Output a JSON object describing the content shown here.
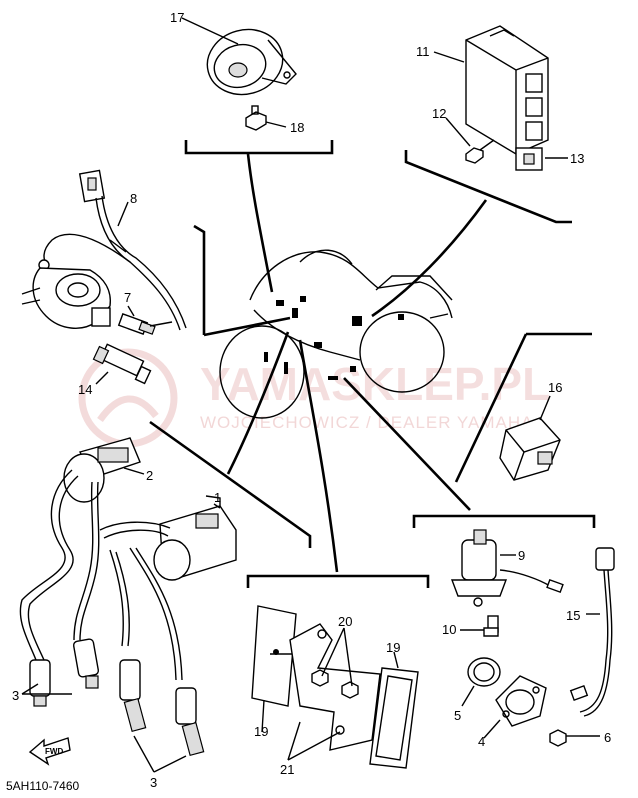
{
  "diagram": {
    "code": "5AH110-7460",
    "fwd_label": "FWD",
    "watermark": {
      "brand": "YAMASKLEP.PL",
      "subtitle": "WOJCIECHOWICZ / DEALER YAMAHA"
    },
    "callouts": [
      {
        "id": "17",
        "label": "17"
      },
      {
        "id": "18",
        "label": "18"
      },
      {
        "id": "11",
        "label": "11"
      },
      {
        "id": "12",
        "label": "12"
      },
      {
        "id": "13",
        "label": "13"
      },
      {
        "id": "8",
        "label": "8"
      },
      {
        "id": "7",
        "label": "7"
      },
      {
        "id": "14",
        "label": "14"
      },
      {
        "id": "16",
        "label": "16"
      },
      {
        "id": "2",
        "label": "2"
      },
      {
        "id": "1",
        "label": "1"
      },
      {
        "id": "3a",
        "label": "3"
      },
      {
        "id": "3b",
        "label": "3"
      },
      {
        "id": "20",
        "label": "20"
      },
      {
        "id": "19a",
        "label": "19"
      },
      {
        "id": "19b",
        "label": "19"
      },
      {
        "id": "21",
        "label": "21"
      },
      {
        "id": "9",
        "label": "9"
      },
      {
        "id": "10",
        "label": "10"
      },
      {
        "id": "15",
        "label": "15"
      },
      {
        "id": "5",
        "label": "5"
      },
      {
        "id": "4",
        "label": "4"
      },
      {
        "id": "6",
        "label": "6"
      }
    ]
  }
}
